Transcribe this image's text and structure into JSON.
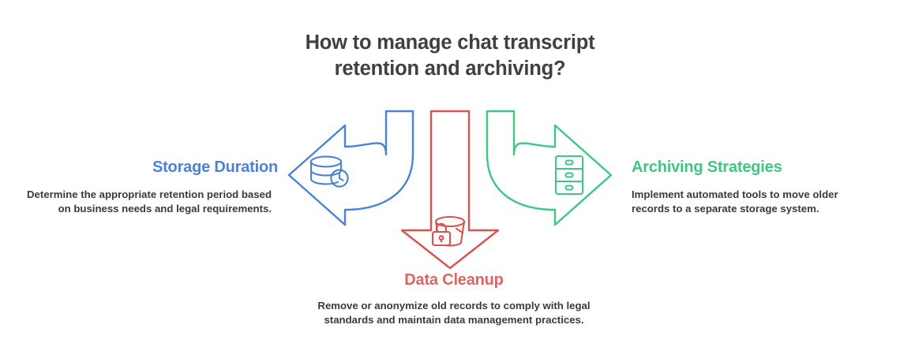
{
  "title": "How to manage chat transcript retention and archiving?",
  "colors": {
    "title_text": "#3f4044",
    "body_text": "#3a3a3c",
    "storage_blue": "#4a82d8",
    "archiving_green": "#3fc684",
    "cleanup_red": "#e3625f",
    "background": "#ffffff"
  },
  "branches": {
    "left": {
      "title": "Storage Duration",
      "body": "Determine the appropriate retention period based on business needs and legal requirements.",
      "color": "#4a82d8",
      "icon": "database-clock-icon",
      "direction": "left"
    },
    "right": {
      "title": "Archiving Strategies",
      "body": "Implement automated tools to move older records to a separate storage system.",
      "color": "#3fc684",
      "icon": "filing-cabinet-icon",
      "direction": "right"
    },
    "bottom": {
      "title": "Data Cleanup",
      "body": "Remove or anonymize old records to comply with legal standards and maintain data management practices.",
      "color": "#e3625f",
      "icon": "trash-lock-icon",
      "direction": "down"
    }
  }
}
